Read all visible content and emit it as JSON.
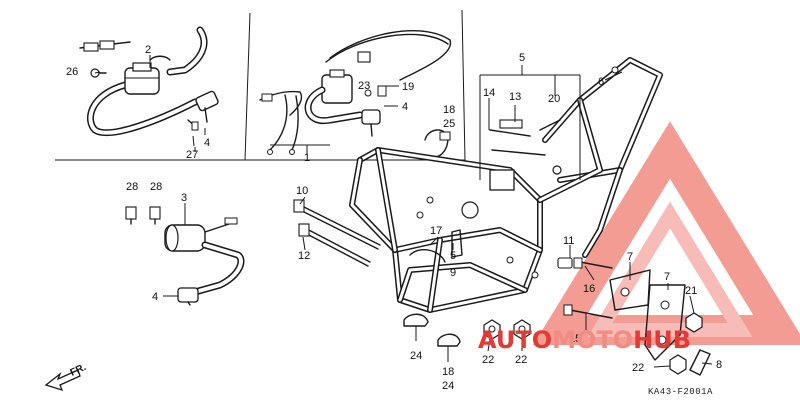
{
  "diagram": {
    "part_labels": {
      "n1": "1",
      "n2": "2",
      "n3": "3",
      "n4a": "4",
      "n4b": "4",
      "n4c": "4",
      "n5a": "5",
      "n5b": "5",
      "n6": "6",
      "n7a": "7",
      "n7b": "7",
      "n8": "8",
      "n9": "9",
      "n10": "10",
      "n11": "11",
      "n12": "12",
      "n13": "13",
      "n14": "14",
      "n15": "15",
      "n16": "16",
      "n17": "17",
      "n18a": "18",
      "n18b": "18",
      "n19": "19",
      "n20": "20",
      "n21": "21",
      "n22a": "22",
      "n22b": "22",
      "n22c": "22",
      "n23": "23",
      "n24a": "24",
      "n24b": "24",
      "n25": "25",
      "n26": "26",
      "n27": "27",
      "n28a": "28",
      "n28b": "28"
    },
    "front_marker": "FR.",
    "figure_code": "KA43-F2001A"
  },
  "watermark": {
    "text_part1": "AUTO",
    "text_part2": "MOTO",
    "text_part3": "HUB",
    "color_dark": "#e53935",
    "color_light": "#f28b82"
  }
}
